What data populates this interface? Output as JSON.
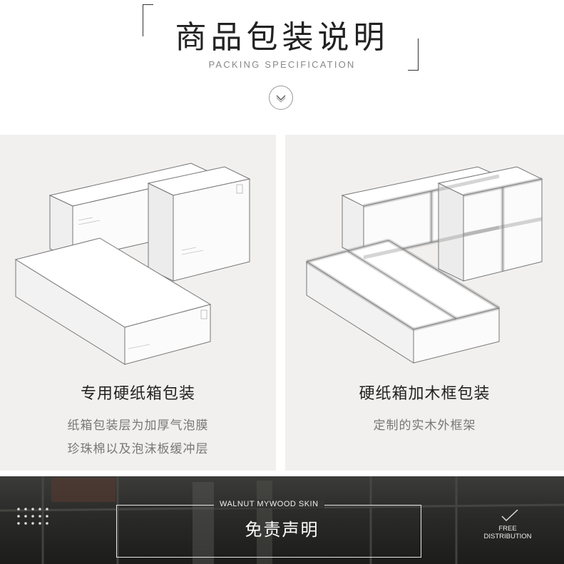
{
  "header": {
    "title": "商品包装说明",
    "subtitle": "PACKING SPECIFICATION"
  },
  "panels": [
    {
      "title": "专用硬纸箱包装",
      "lines": [
        "纸箱包装层为加厚气泡膜",
        "珍珠棉以及泡沫板缓冲层"
      ]
    },
    {
      "title": "硬纸箱加木框包装",
      "lines": [
        "定制的实木外框架"
      ]
    }
  ],
  "banner": {
    "top_label": "WALNUT MYWOOD SKIN",
    "main_label": "免责声明",
    "right_label_line1": "FREE",
    "right_label_line2": "DISTRIBUTION"
  },
  "colors": {
    "panel_bg": "#f1f0ef",
    "banner_bg": "#2a2a28",
    "text_dark": "#222222",
    "text_muted": "#777777"
  },
  "icons": [
    "chevron-down-icon",
    "grid-dots-icon",
    "check-icon"
  ]
}
